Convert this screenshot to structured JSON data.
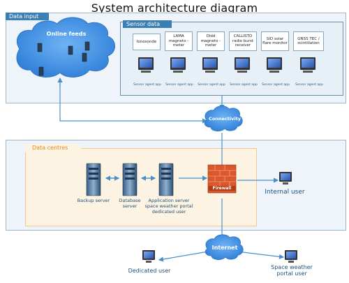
{
  "title": "System architecture diagram",
  "data_input": {
    "tag": "Data input",
    "online_feeds": "Online feeds",
    "sensor_data_tag": "Sensor data",
    "sensors": [
      {
        "label": "Ionosonde",
        "agent": "Sensor agent app"
      },
      {
        "label": "LAMA magneto -meter",
        "agent": "Sensor agent app"
      },
      {
        "label": "Didd magneto -meter",
        "agent": "Sensor agent app"
      },
      {
        "label": "CALLISTO radio burst receiver",
        "agent": "Sensor agent app"
      },
      {
        "label": "SID solar flare monitor",
        "agent": "Sensor agent app"
      },
      {
        "label": "GNSS TEC / scintillation",
        "agent": "Sensor agent app"
      }
    ]
  },
  "connectivity": "Connectivity",
  "data_centres": {
    "tag": "Data centres",
    "backup_server": "Backup server",
    "database_server": "Database server",
    "app_server": "Application server space weather portal dedicated user",
    "firewall": "Firewall"
  },
  "internal_user": "Internal user",
  "internet": "Internet",
  "dedicated_user": "Dedicated user",
  "portal_user": "Space weather portal user",
  "colors": {
    "accent": "#3c7fb3",
    "cloud": "#3d8ee6",
    "arrow": "#4a90c8",
    "firewall": "#d9572b"
  }
}
